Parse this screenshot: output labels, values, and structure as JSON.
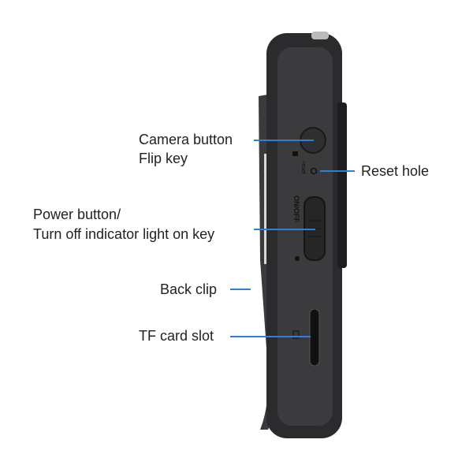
{
  "labels": {
    "camera_button": "Camera button",
    "flip_key": "Flip key",
    "reset_hole": "Reset hole",
    "power_button": "Power button/",
    "indicator_light": "Turn off indicator light on key",
    "back_clip": "Back clip",
    "tf_card_slot": "TF card slot"
  },
  "device_text": {
    "reset": "reset",
    "on_off": "ON/OFF"
  },
  "colors": {
    "leader_line": "#2e7fd6",
    "device_body": "#2b2b2d",
    "text": "#222222"
  }
}
